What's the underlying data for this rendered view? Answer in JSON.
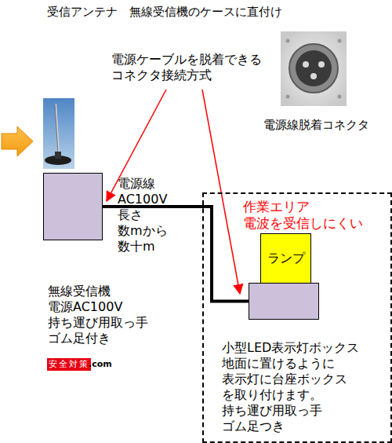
{
  "diagram": {
    "nodes": [
      {
        "text": [
          "無線受信機 電源AC100V 持ち運び用取っ手 ゴム足付き"
        ]
      },
      {
        "text": [
          "作業エリア 電波を受信しにくい"
        ]
      },
      {
        "text": [
          "ランプ"
        ],
        "in": 1
      },
      {
        "text": [
          "小型LED表示灯ボックス 地面に置けるように 表示灯に台座ボックス を取り付けます。 持ち運び用取っ手 ゴム足つき"
        ],
        "in": 1
      }
    ],
    "edges": [
      {
        "from": 0,
        "to": 3,
        "arrow": "none",
        "label": "電源線 AC100V 長さ 数mから 数十m"
      }
    ],
    "labels": [
      "受信アンテナ　無線受信機のケースに直付け",
      "電源ケーブルを脱着できる コネクタ接続方式",
      "電源線脱着コネクタ",
      "安全対策",
      ".com"
    ]
  }
}
